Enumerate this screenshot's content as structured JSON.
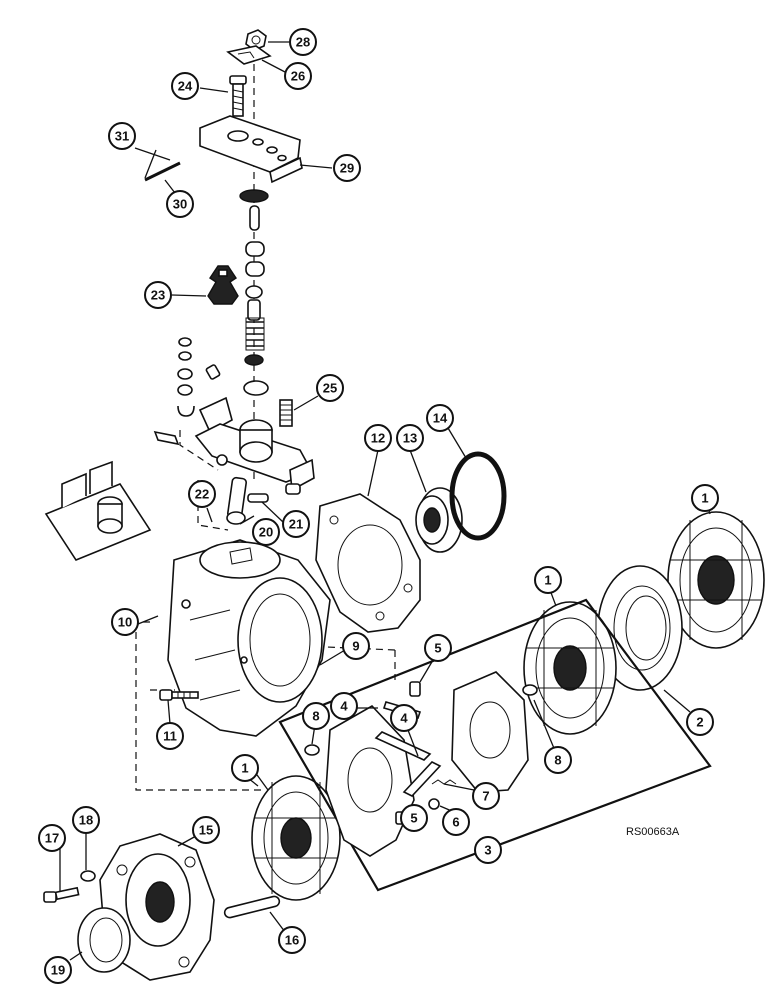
{
  "reference_code": "RS00663A",
  "callouts": [
    {
      "id": "c28",
      "label": "28"
    },
    {
      "id": "c26",
      "label": "26"
    },
    {
      "id": "c24",
      "label": "24"
    },
    {
      "id": "c29",
      "label": "29"
    },
    {
      "id": "c31",
      "label": "31"
    },
    {
      "id": "c30",
      "label": "30"
    },
    {
      "id": "c23",
      "label": "23"
    },
    {
      "id": "c25",
      "label": "25"
    },
    {
      "id": "c12",
      "label": "12"
    },
    {
      "id": "c13",
      "label": "13"
    },
    {
      "id": "c14",
      "label": "14"
    },
    {
      "id": "c22",
      "label": "22"
    },
    {
      "id": "c20",
      "label": "20"
    },
    {
      "id": "c21",
      "label": "21"
    },
    {
      "id": "c1a",
      "label": "1"
    },
    {
      "id": "c1b",
      "label": "1"
    },
    {
      "id": "c1c",
      "label": "1"
    },
    {
      "id": "c2",
      "label": "2"
    },
    {
      "id": "c9",
      "label": "9"
    },
    {
      "id": "c10",
      "label": "10"
    },
    {
      "id": "c5a",
      "label": "5"
    },
    {
      "id": "c5b",
      "label": "5"
    },
    {
      "id": "c4a",
      "label": "4"
    },
    {
      "id": "c4b",
      "label": "4"
    },
    {
      "id": "c8a",
      "label": "8"
    },
    {
      "id": "c8b",
      "label": "8"
    },
    {
      "id": "c11",
      "label": "11"
    },
    {
      "id": "c7",
      "label": "7"
    },
    {
      "id": "c6",
      "label": "6"
    },
    {
      "id": "c3",
      "label": "3"
    },
    {
      "id": "c17",
      "label": "17"
    },
    {
      "id": "c18",
      "label": "18"
    },
    {
      "id": "c15",
      "label": "15"
    },
    {
      "id": "c16",
      "label": "16"
    },
    {
      "id": "c19",
      "label": "19"
    }
  ]
}
